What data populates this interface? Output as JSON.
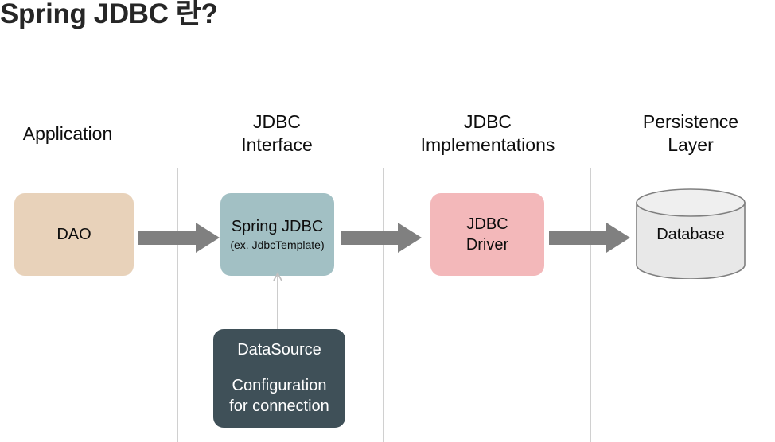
{
  "slide": {
    "title": "Spring JDBC 란?"
  },
  "columns": [
    {
      "name": "application",
      "label_lines": [
        "Application"
      ]
    },
    {
      "name": "jdbc-interface",
      "label_lines": [
        "JDBC",
        "Interface"
      ]
    },
    {
      "name": "jdbc-implementations",
      "label_lines": [
        "JDBC",
        "Implementations"
      ]
    },
    {
      "name": "persistence-layer",
      "label_lines": [
        "Persistence",
        "Layer"
      ]
    }
  ],
  "nodes": {
    "dao": {
      "title": "DAO",
      "color": "#E8D2BA"
    },
    "spring_jdbc": {
      "title": "Spring JDBC",
      "subtitle": "(ex. JdbcTemplate)",
      "color": "#A2C0C4"
    },
    "jdbc_driver": {
      "title_line1": "JDBC",
      "title_line2": "Driver",
      "color": "#F3B8BA"
    },
    "database": {
      "title": "Database",
      "color": "#E8E8E8",
      "stroke": "#7F7F7F"
    },
    "datasource": {
      "title": "DataSource",
      "body_line1": "Configuration",
      "body_line2": "for connection",
      "color": "#3F5058",
      "text_color": "#FFFFFF"
    }
  },
  "connectors": {
    "arrow_color": "#808080",
    "thin_arrow_color": "#BFBFBF",
    "divider_color": "#D0D0D0",
    "flow": [
      {
        "name": "dao-to-spring-jdbc"
      },
      {
        "name": "spring-jdbc-to-jdbc-driver"
      },
      {
        "name": "jdbc-driver-to-database"
      }
    ],
    "datasource_to_spring_jdbc": {
      "name": "datasource-to-spring-jdbc",
      "direction": "up"
    }
  }
}
